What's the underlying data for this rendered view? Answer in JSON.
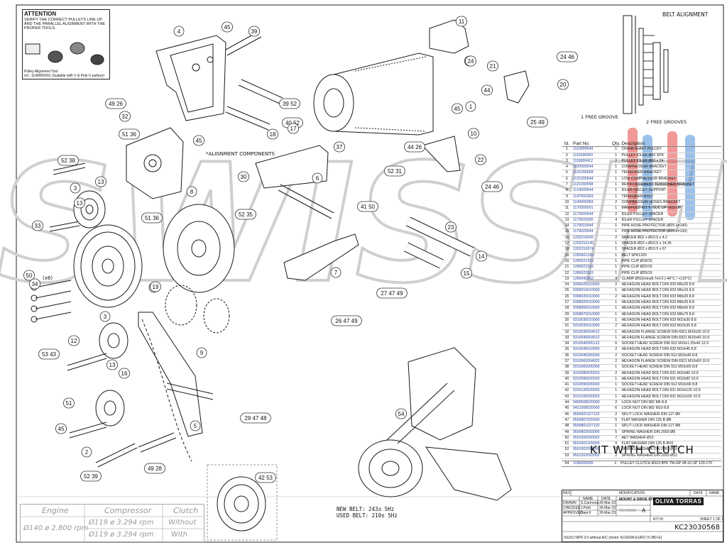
{
  "attention": {
    "title": "ATTENTION",
    "body": "VERIFY THE CORRECT PULLEYS LINE UP AND THE PARALLEL ALIGNMENT WITH THE PROPER TOOLS.",
    "tool_label": "Pulley Alignment Tool",
    "tool_ref": "ref.: 1149000001 (Suitable with V & Poly-V pulleys)"
  },
  "belt_alignment": {
    "title": "BELT ALIGNMENT",
    "free_groove_1": "1 FREE GROOVE",
    "free_groove_2": "2 FREE GROOVES"
  },
  "alignment_components": "*ALIGNMENT COMPONENTS",
  "callout_qty": "(x6)",
  "callouts": [
    "4",
    "45",
    "39",
    "11",
    "21",
    "24 46",
    "49 26",
    "32",
    "44",
    "20",
    "39 52",
    "45",
    "40 52",
    "18",
    "17",
    "25 49",
    "51 36",
    "45",
    "10",
    "37",
    "52 38",
    "44 26",
    "22",
    "30",
    "6",
    "52 31",
    "13",
    "3",
    "8",
    "24 46",
    "52 35",
    "41 50",
    "13",
    "51 36",
    "23",
    "33",
    "14",
    "1",
    "15",
    "7",
    "50",
    "34",
    "27 47 49",
    "26 47 49",
    "3",
    "12",
    "53 43",
    "9",
    "13",
    "16",
    "29 47 48",
    "5",
    "45",
    "51",
    "2",
    "52 39",
    "49 28",
    "42 53",
    "54",
    "19",
    "1",
    "24",
    "11"
  ],
  "parts_header": {
    "id": "Id.",
    "part": "Part No.",
    "qty": "Qty.",
    "desc": "Description"
  },
  "parts": [
    [
      "1",
      "1110000544",
      "1",
      "CRANKSHAFT PULLEY"
    ],
    [
      "2",
      "1116000300",
      "1",
      "PULLEY IDLER Ø60 SPK"
    ],
    [
      "3",
      "1118000412",
      "2",
      "PULLEY IDLER Ø60 x 24"
    ],
    [
      "4",
      "1120000544",
      "1",
      "COMPRESSOR BRACKET"
    ],
    [
      "5",
      "1121000568",
      "1",
      "TENSIONER BRACKET"
    ],
    [
      "6",
      "1121000544",
      "1",
      "LOW COMPRESSOR BRACKET"
    ],
    [
      "7",
      "1121000568",
      "1",
      "REINFORCEMENT TENSIONER BRACKET"
    ],
    [
      "8",
      "1124000544",
      "1",
      "IDLER PULLEY SUPPORT"
    ],
    [
      "9",
      "1147000363",
      "1",
      "TENSIONER BOLT"
    ],
    [
      "10",
      "1149000383",
      "2",
      "COMPRESSOR HOSES BRACKET"
    ],
    [
      "11",
      "1170000001",
      "1",
      "MANIFOLD KIT Y -SUC UP -015 UP"
    ],
    [
      "12",
      "1173000544",
      "2",
      "IDLER PULLEY SPACER"
    ],
    [
      "13",
      "1173020300",
      "4",
      "IDLER PULLEY SPACER"
    ],
    [
      "14",
      "1179010544",
      "1",
      "PIPE HOSE PROTECTOR (Ø25 L=140)"
    ],
    [
      "15",
      "1179020544",
      "1",
      "PIPE HOSE PROTECTOR (Ø25 L=100)"
    ],
    [
      "16",
      "1202210042",
      "2",
      "SPACER Ø22 x Ø10.5 x 4.2"
    ],
    [
      "17",
      "1202210145",
      "1",
      "SPACER Ø22 x Ø10.5 x 14.35"
    ],
    [
      "18",
      "1202210674",
      "1",
      "SPACER Ø22 x Ø10.5 x 67"
    ],
    [
      "19",
      "1260501320",
      "1",
      "BELT 5PK1320"
    ],
    [
      "20",
      "1280021915",
      "1",
      "PIPE CLIP Ø19/15"
    ],
    [
      "21",
      "1280022215",
      "1",
      "PIPE CLIP Ø22/15"
    ],
    [
      "22",
      "1280022515",
      "1",
      "PIPE CLIP Ø25/15"
    ],
    [
      "23",
      "1280042252",
      "4",
      "CLAMP Ø52(mínx8.7x4.0 (-40°C / +110°C)"
    ],
    [
      "24",
      "9306025010000",
      "2",
      "HEXAGON HEAD BOLT DIN 933 M6x25 8.8"
    ],
    [
      "25",
      "9306016010000",
      "1",
      "HEXAGON HEAD BOLT DIN 933 M6x16 8.8"
    ],
    [
      "26",
      "9308020010000",
      "2",
      "HEXAGON HEAD BOLT DIN 933 M8x20 8.8"
    ],
    [
      "27",
      "9308025010000",
      "1",
      "HEXAGON HEAD BOLT DIN 933 M8x25 8.8"
    ],
    [
      "28",
      "9308060010000",
      "1",
      "HEXAGON HEAD BOLT DIN 933 M8x60 8.8"
    ],
    [
      "29",
      "9308075010000",
      "1",
      "HEXAGON HEAD BOLT DIN 933 M8x75 8.8"
    ],
    [
      "30",
      "9310030010000",
      "1",
      "HEXAGON HEAD BOLT DIN 933 M10x30 8.8"
    ],
    [
      "31",
      "9310035010000",
      "2",
      "HEXAGON HEAD BOLT DIN 933 M10x35 8.8"
    ],
    [
      "32",
      "9310035004012",
      "1",
      "HEXAGON FLANGE SCREW DIN 6921 M10x35 10.9"
    ],
    [
      "33",
      "9310040004012",
      "1",
      "HEXAGON FLANGE SCREW DIN 6921 M10x40 10.9"
    ],
    [
      "34",
      "9310040005122",
      "6",
      "SOCKET HEAD SCREW DIN 912 M10x1.25x40 12.9"
    ],
    [
      "35",
      "9310045010000",
      "2",
      "HEXAGON HEAD BOLT DIN 933 M10x45 8.8"
    ],
    [
      "36",
      "9310045005000",
      "2",
      "SOCKET HEAD SCREW DIN 912 M10x45 8.8"
    ],
    [
      "37",
      "9310060004022",
      "2",
      "HEXAGON FLANGE SCREW DIN 6921 M10x60 10.9"
    ],
    [
      "38",
      "9310065005000",
      "1",
      "SOCKET HEAD SCREW DIN 912 M10x65 8.8"
    ],
    [
      "39",
      "9310080020020",
      "2",
      "HEXAGON HEAD BOLT DIN 931 M10x80 10.9"
    ],
    [
      "40",
      "9310090020020",
      "1",
      "HEXAGON HEAD BOLT DIN 931 M10x90 10.9"
    ],
    [
      "41",
      "9310090005000",
      "1",
      "SOCKET HEAD SCREW DIN 912 M10x90 8.8"
    ],
    [
      "42",
      "9310120020020",
      "1",
      "HEXAGON HEAD BOLT DIN 931 M10x120 10.9"
    ],
    [
      "43",
      "9312100020020",
      "1",
      "HEXAGON HEAD BOLT DIN 931 M12x100 10.9"
    ],
    [
      "44",
      "9400608020000",
      "2",
      "LOCK NUT DIN 982 M6 8.8"
    ],
    [
      "45",
      "9421008020000",
      "6",
      "LOCK NUT DIN 982 M10 8.8"
    ],
    [
      "46",
      "9500601027102",
      "2",
      "SPLIT LOCK WASHER DIN 127 Ø6"
    ],
    [
      "47",
      "9500807025000",
      "5",
      "FLAT WASHER DIN 125 B Ø8"
    ],
    [
      "48",
      "9500801027102",
      "1",
      "SPLIT LOCK WASHER DIN 127 Ø8"
    ],
    [
      "49",
      "9500802093000",
      "5",
      "SPRING WASHER DIN 2093 Ø8"
    ],
    [
      "50",
      "9501000000002",
      "7",
      "AET WASHER Ø10"
    ],
    [
      "51",
      "9501001025000",
      "9",
      "FLAT WASHER DIN 125 B Ø10"
    ],
    [
      "52",
      "9501002093000",
      "15",
      "SPRING WASHER DIN 2093 Ø10"
    ],
    [
      "53",
      "9501202093002",
      "2",
      "SPRING WASHER DIN 2093 Ø12"
    ]
  ],
  "kit_with_clutch": "KIT WITH CLUTCH",
  "clutch_row": [
    "54",
    "1196000300",
    "1",
    "PULLEY CLUTCH Ø119 8PK TM-GP 08-16 UP 120-170"
  ],
  "title_block": {
    "rev": "REV",
    "modification": "MODIFICATION",
    "date": "DATE",
    "name": "NAME",
    "drawn": "DRAWN",
    "drawn_name": "S.Carmona",
    "drawn_date": "30-Mar-23",
    "checked": "CHECKED",
    "checked_name": "J.Petit",
    "checked_date": "30-Mar-23",
    "approved": "APPROVED",
    "approved_name": "Dani.F",
    "approved_date": "30-Mar-23",
    "kit_type": "MOUNT & DRIVE KITS",
    "revision_label": "REVISION",
    "revision": "A",
    "brand": "OLIVA TORRAS",
    "kit_no_label": "KIT Nº",
    "kit_no": "KC23030568",
    "sheet": "SHEET 1 OF 1",
    "vehicle": "ISUZU NPR 3.0 without A/C (motor 4JJ1E6N-EURO VI (BD-E)"
  },
  "engine_table": {
    "engine_h": "Engine",
    "compressor_h": "Compressor",
    "clutch_h": "Clutch",
    "engine": "Ø140 ø 2.800 rpm",
    "comp1": "Ø119 ø 3.294 rpm",
    "clutch1": "Without",
    "comp2": "Ø119 ø 3.294 rpm",
    "clutch2": "With"
  },
  "belt_note": {
    "new": "NEW BELT: 243± 5Hz",
    "used": "USED BELT: 210± 5Hz"
  },
  "watermark": "SWISSFLIM",
  "colors": {
    "line": "#1a1a1a",
    "watermark": "#d9d9d9",
    "link": "#1f3fa0",
    "accent_red": "#e64545",
    "accent_blue": "#4a8fd9"
  }
}
